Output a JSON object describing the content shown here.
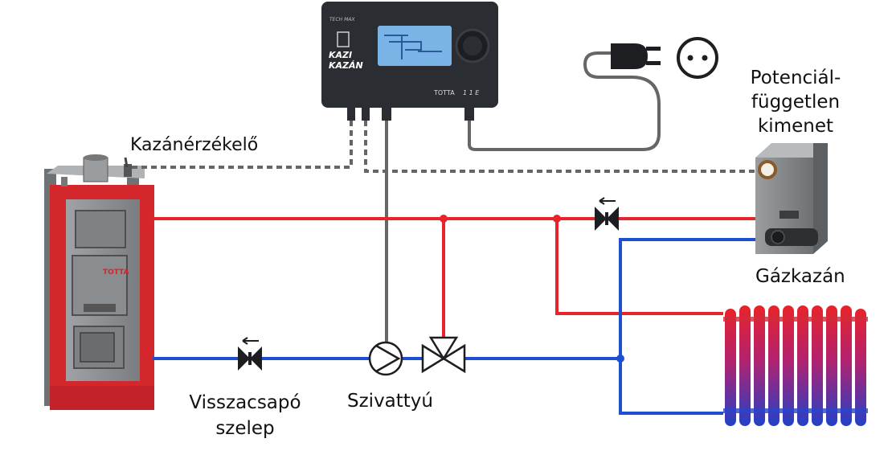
{
  "labels": {
    "boiler_sensor": "Kazánérzékelő",
    "potential_free_output": [
      "Potenciál-",
      "független",
      "kimenet"
    ],
    "gas_boiler": "Gázkazán",
    "check_valve": [
      "Visszacsapó",
      "szelep"
    ],
    "pump": "Szivattyú"
  },
  "controller": {
    "brand": "TECH MAX",
    "logo_lines": [
      "KAZI",
      "KAZÁN"
    ],
    "model": "TOTTA",
    "model_suffix": "1 1 E"
  },
  "boiler": {
    "brand": "TOTTA"
  },
  "colors": {
    "supply_pipe": "#e8232a",
    "return_pipe": "#1d4fd1",
    "sensor_cable": "#666666",
    "boiler_frame": "#d3272c",
    "boiler_body": "#8e9194",
    "controller_body": "#2a2d31",
    "display": "#7ab4e6"
  },
  "icons": {
    "outlet": "power-socket-icon",
    "plug": "power-plug-icon",
    "pump": "circulation-pump-icon",
    "mixing_valve": "three-way-valve-icon",
    "check_valve": "check-valve-icon",
    "radiator": "radiator-icon"
  }
}
